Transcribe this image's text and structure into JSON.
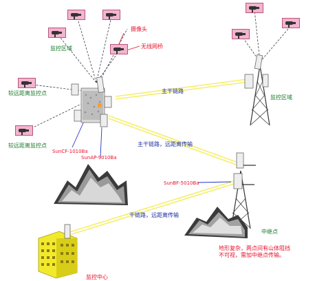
{
  "labels": {
    "camera": "摄像头",
    "wireless_bridge": "无线网桥",
    "monitor_area_top": "监控区域",
    "monitor_area_right": "监控区域",
    "far_point_1": "较远距离监控点",
    "far_point_2": "较远距离监控点",
    "main_link_1": "主干链路",
    "main_link_2": "主干链路，远距离传输",
    "main_link_3": "干链路，远距离传输",
    "model_a": "SunCF-1010Ba",
    "model_b": "SunAP-9010Ba",
    "model_c": "SunBF-5010Ba",
    "relay_point": "中继点",
    "control_center": "监控中心",
    "note": "地形复杂，两点间有山体阻挡不可视，需加中继点传输。"
  },
  "colors": {
    "link_yellow": "#f5ee6a",
    "dashed_line": "#3a3a4a",
    "red_text": "#e8102c",
    "green_text": "#1a7a2c",
    "blue_text": "#1c2fa0",
    "camera_pink": "#f2b4cf",
    "building_yellow": "#f1ea2c"
  }
}
